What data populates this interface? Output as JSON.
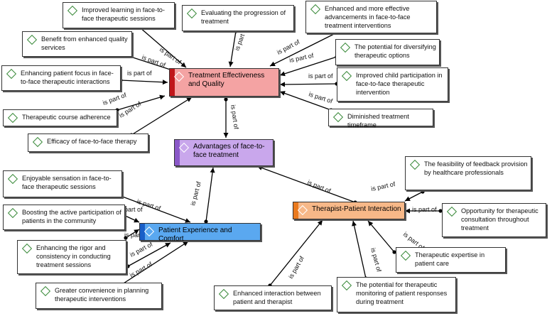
{
  "nodes": {
    "improved_learning": "Improved learning in face-to-face therapeutic sessions",
    "evaluating_progression": "Evaluating the progression of treatment",
    "enhanced_advancements": "Enhanced and more effective advancements in face-to-face treatment interventions",
    "benefit_quality": "Benefit from enhanced quality services",
    "diversifying_options": "The potential for diversifying therapeutic options",
    "patient_focus": "Enhancing patient focus in face-to-face therapeutic interactions",
    "treatment_effectiveness": "Treatment Effectiveness and Quality",
    "child_participation": "Improved child participation in face-to-face therapeutic intervention",
    "diminished_timeframe": "Diminished treatment timeframe",
    "course_adherence": "Therapeutic course adherence",
    "efficacy": "Efficacy of face-to-face therapy",
    "advantages": "Advantages of face-to-face treatment",
    "feedback_provision": "The feasibility of feedback provision by healthcare professionals",
    "enjoyable_sensation": "Enjoyable sensation in face-to-face therapeutic sessions",
    "therapist_patient": "Therapist-Patient Interaction",
    "consultation": "Opportunity for therapeutic consultation throughout treatment",
    "boosting_participation": "Boosting the active participation of patients in the community",
    "patient_experience": "Patient Experience and Comfort",
    "rigor_consistency": "Enhancing the rigor and consistency in conducting treatment sessions",
    "therapeutic_expertise": "Therapeutic expertise in patient care",
    "greater_convenience": "Greater convenience in planning therapeutic interventions",
    "enhanced_interaction": "Enhanced interaction between patient and therapist",
    "monitoring": "The potential for therapeutic monitoring of patient responses during treatment"
  },
  "edge_label": "is part of",
  "colors": {
    "treatment_fill": "#f4a3a3",
    "treatment_stripe": "#c0161a",
    "advantages_fill": "#c9a7ec",
    "advantages_stripe": "#8a58c8",
    "therapist_fill": "#f7b888",
    "therapist_stripe": "#ea7a1e",
    "experience_fill": "#5aa8f0",
    "experience_stripe": "#1a5fc8",
    "diamond": "#3a8a3a",
    "line": "#000000"
  }
}
